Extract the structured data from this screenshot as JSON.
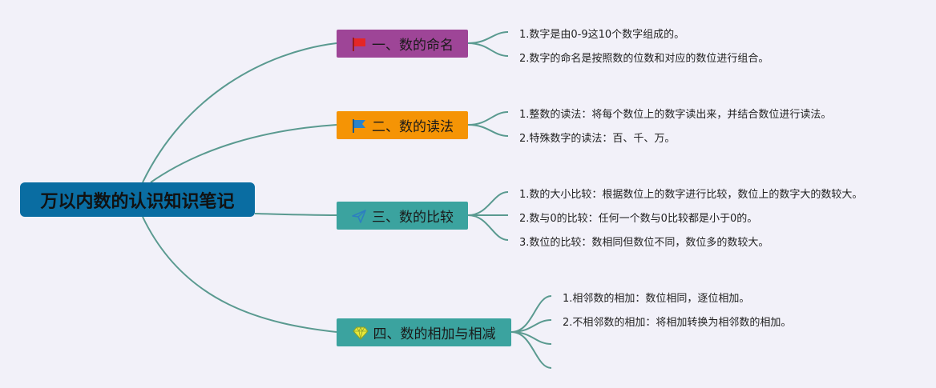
{
  "root": {
    "title": "万以内数的认识知识笔记"
  },
  "colors": {
    "root": "#0a6da2",
    "link": "#5a9a90",
    "branch1": "#9e4597",
    "branch2": "#f59405",
    "branch3": "#3ba39f",
    "branch4": "#3ba39f"
  },
  "branches": [
    {
      "label": "一、数的命名",
      "icon": "red-flag-icon",
      "notes": [
        "1.数字是由0-9这10个数字组成的。",
        "2.数字的命名是按照数的位数和对应的数位进行组合。"
      ]
    },
    {
      "label": "二、数的读法",
      "icon": "blue-flag-icon",
      "notes": [
        "1.整数的读法：将每个数位上的数字读出来，并结合数位进行读法。",
        "2.特殊数字的读法：百、千、万。"
      ]
    },
    {
      "label": "三、数的比较",
      "icon": "paper-plane-icon",
      "notes": [
        "1.数的大小比较：根据数位上的数字进行比较，数位上的数字大的数较大。",
        "2.数与0的比较：任何一个数与0比较都是小于0的。",
        "3.数位的比较：数相同但数位不同，数位多的数较大。"
      ]
    },
    {
      "label": "四、数的相加与相减",
      "icon": "diamond-icon",
      "notes": [
        "1.相邻数的相加：数位相同，逐位相加。",
        "2.不相邻数的相加：将相加转换为相邻数的相加。",
        "",
        ""
      ]
    }
  ]
}
